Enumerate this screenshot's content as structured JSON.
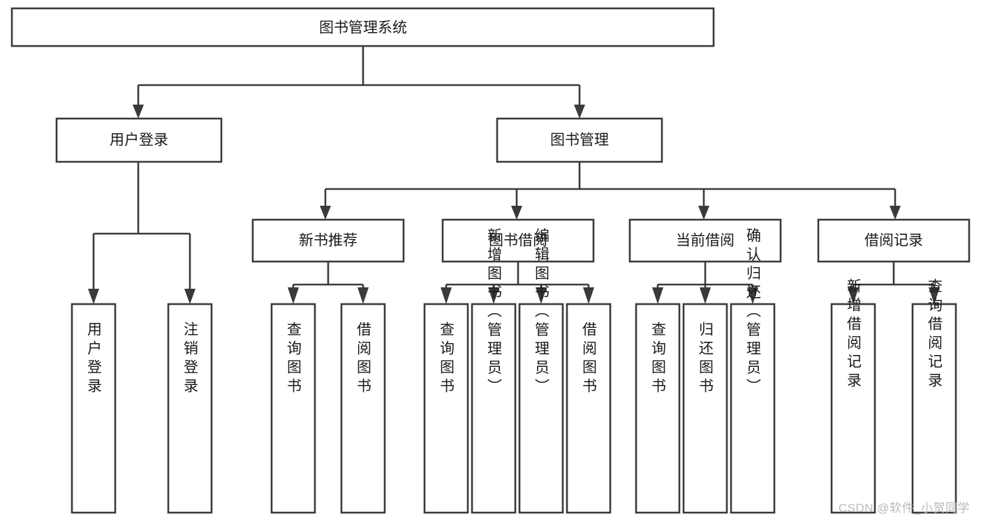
{
  "diagram": {
    "type": "tree-hierarchy-chart",
    "title": "图书管理系统",
    "watermark": "CSDN @软件_小贺同学",
    "colors": {
      "stroke": "#3a3a3a",
      "box_fill": "#ffffff",
      "text": "#1a1a1a",
      "watermark": "#b9b9b9",
      "background": "#ffffff"
    },
    "levels": {
      "root": {
        "label": "图书管理系统"
      },
      "level2": [
        {
          "label": "用户登录"
        },
        {
          "label": "图书管理"
        }
      ],
      "level3": [
        {
          "label": "新书推荐"
        },
        {
          "label": "图书借阅"
        },
        {
          "label": "当前借阅"
        },
        {
          "label": "借阅记录"
        }
      ]
    },
    "leaves": {
      "user_login": [
        {
          "label": "用户登录"
        },
        {
          "label": "注销登录"
        }
      ],
      "new_book_recommend": [
        {
          "label": "查询图书"
        },
        {
          "label": "借阅图书"
        }
      ],
      "book_borrow": [
        {
          "label": "查询图书"
        },
        {
          "label": "新增图书（管理员）"
        },
        {
          "label": "编辑图书（管理员）"
        },
        {
          "label": "借阅图书"
        }
      ],
      "current_borrow": [
        {
          "label": "查询图书"
        },
        {
          "label": "归还图书"
        },
        {
          "label": "确认归还（管理员）"
        }
      ],
      "borrow_records": [
        {
          "label": "新增借阅记录"
        },
        {
          "label": "查询借阅记录"
        }
      ]
    }
  }
}
